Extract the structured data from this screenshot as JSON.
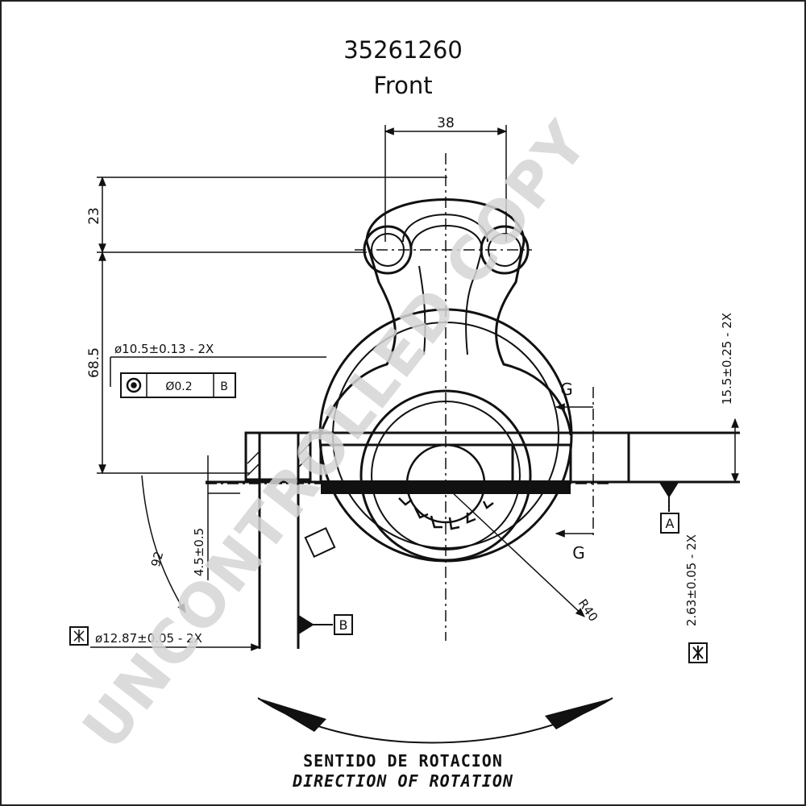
{
  "drawing": {
    "part_number": "35261260",
    "view": "Front"
  },
  "dimensions": {
    "width_38": "38",
    "height_23": "23",
    "height_68_5": "68.5",
    "hole_dia": "ø10.5±0.13 - 2X",
    "position_tol": "Ø0.2",
    "datum_b_ref": "B",
    "slot_15_5": "15.5±0.25 - 2X",
    "offset_4_5": "4.5±0.5",
    "radius_92": "92",
    "radius_r40": "R40",
    "thickness_2_63": "2.63±0.05 - 2X",
    "pilot_dia": "ø12.87±0.05 - 2X"
  },
  "section_markers": {
    "g_top": "G",
    "g_bottom": "G"
  },
  "datums": {
    "a": "A",
    "b": "B"
  },
  "rotation": {
    "spanish": "SENTIDO DE ROTACION",
    "english": "DIRECTION OF ROTATION"
  },
  "watermark": "UNCONTROLLED COPY"
}
